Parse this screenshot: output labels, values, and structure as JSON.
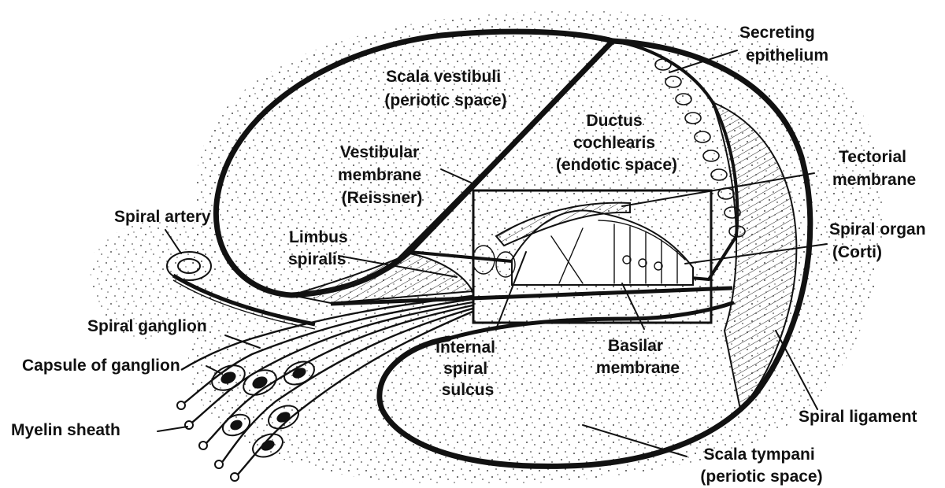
{
  "diagram": {
    "labels": {
      "secreting_epithelium": [
        "Secreting",
        "epithelium"
      ],
      "scala_vestibuli": [
        "Scala vestibuli",
        "(periotic space)"
      ],
      "ductus_cochlearis": [
        "Ductus",
        "cochlearis",
        "(endotic space)"
      ],
      "vestibular_membrane": [
        "Vestibular",
        "membrane",
        "(Reissner)"
      ],
      "tectorial_membrane": [
        "Tectorial",
        "membrane"
      ],
      "spiral_artery": [
        "Spiral artery"
      ],
      "limbus_spiralis": [
        "Limbus",
        "spiralis"
      ],
      "spiral_organ": [
        "Spiral organ",
        "(Corti)"
      ],
      "spiral_ganglion": [
        "Spiral ganglion"
      ],
      "capsule_of_ganglion": [
        "Capsule of ganglion"
      ],
      "internal_spiral_sulcus": [
        "Internal",
        "spiral",
        "sulcus"
      ],
      "basilar_membrane": [
        "Basilar",
        "membrane"
      ],
      "myelin_sheath": [
        "Myelin sheath"
      ],
      "spiral_ligament": [
        "Spiral ligament"
      ],
      "scala_tympani": [
        "Scala tympani",
        "(periotic space)"
      ]
    }
  }
}
